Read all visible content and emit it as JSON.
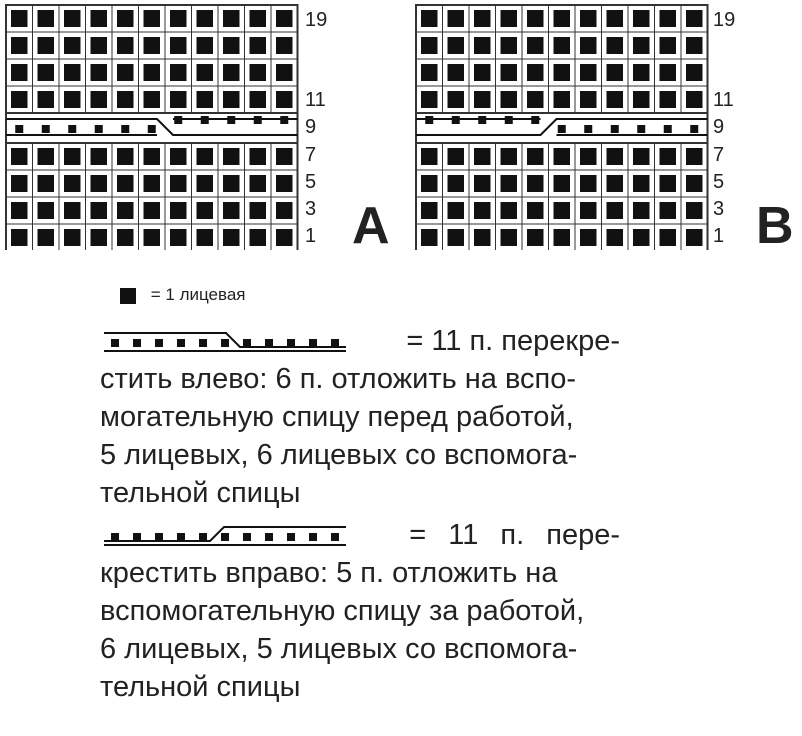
{
  "charts": [
    {
      "id": "A",
      "letter": "A",
      "row_numbers": [
        "19",
        "11",
        "9",
        "7",
        "5",
        "3",
        "1"
      ],
      "stitches": 11,
      "cable_direction": "left",
      "cable_split": 6
    },
    {
      "id": "B",
      "letter": "B",
      "row_numbers": [
        "19",
        "11",
        "9",
        "7",
        "5",
        "3",
        "1"
      ],
      "stitches": 11,
      "cable_direction": "right",
      "cable_split": 5
    }
  ],
  "legend": {
    "knit_symbol_text": "= 1 лицевая",
    "cross_left_lines": [
      "= 11 п. перекре-",
      "стить влево: 6 п. отложить на вспо-",
      "могательную спицу перед работой,",
      "5 лицевых, 6 лицевых со вспомога-",
      "тельной спицы"
    ],
    "cross_right_lines": [
      "= 11 п. пере-",
      "крестить вправо: 5 п. отложить на",
      "вспомогательную спицу за работой,",
      "6 лицевых, 5 лицевых со вспомога-",
      "тельной спицы"
    ]
  },
  "colors": {
    "ink": "#111111",
    "grid": "#333333",
    "paper": "#ffffff"
  }
}
